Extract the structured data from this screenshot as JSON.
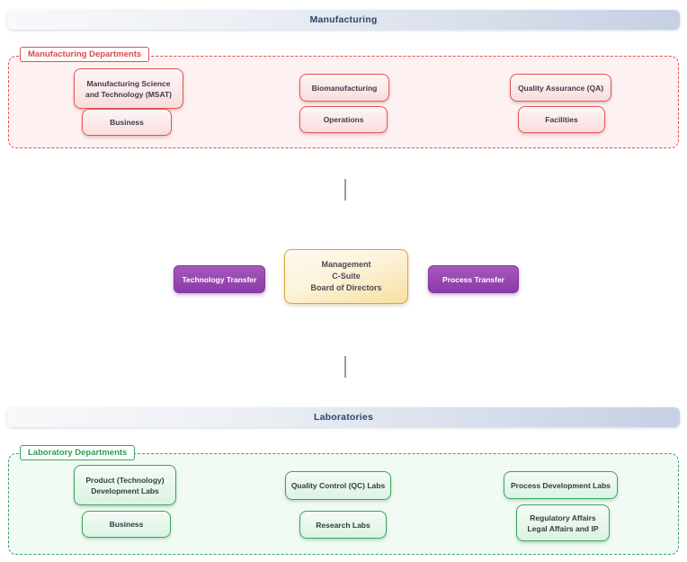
{
  "manufacturing": {
    "title": "Manufacturing",
    "group_label": "Manufacturing Departments",
    "boxes": [
      {
        "label": "Manufacturing Science\nand Technology (MSAT)"
      },
      {
        "label": "Business"
      },
      {
        "label": "Biomanufacturing"
      },
      {
        "label": "Operations"
      },
      {
        "label": "Quality Assurance (QA)"
      },
      {
        "label": "Facilities"
      }
    ]
  },
  "center": {
    "management_label": "Management\nC-Suite\nBoard of Directors",
    "technology_transfer_label": "Technology Transfer",
    "process_transfer_label": "Process Transfer"
  },
  "laboratories": {
    "title": "Laboratories",
    "group_label": "Laboratory Departments",
    "boxes": [
      {
        "label": "Product (Technology)\nDevelopment Labs"
      },
      {
        "label": "Business"
      },
      {
        "label": "Quality Control (QC) Labs"
      },
      {
        "label": "Research Labs"
      },
      {
        "label": "Process Development Labs"
      },
      {
        "label": "Regulatory Affairs\nLegal Affairs and IP"
      }
    ]
  },
  "colors": {
    "manufacturing_accent": "#e05151",
    "laboratory_accent": "#38a55e",
    "transfer_purple": "#8c3ba6",
    "management_orange": "#e2a23a",
    "header_text": "#2e4369",
    "connector_gray": "#9c9c9c"
  }
}
